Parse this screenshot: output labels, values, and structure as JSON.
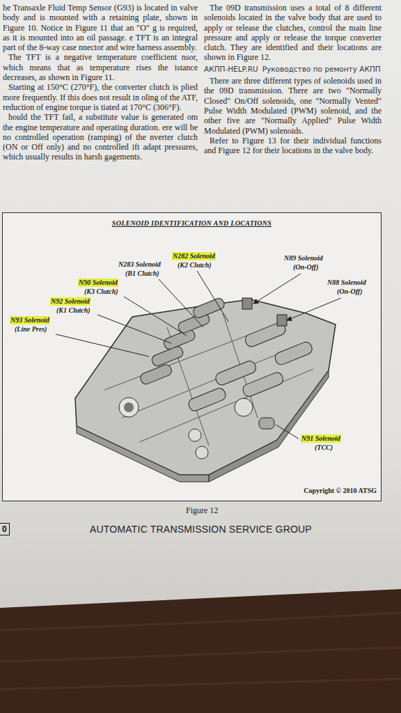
{
  "diagram": {
    "caption": "Figure 12",
    "nodes": [
      {
        "text": [
          "SOLENOID IDENTIFICATION AND LOCATIONS",
          "Copyright © 2010 ATSG"
        ]
      }
    ],
    "labels": [
      "he Transaxle Fluid Temp Sensor (G93) is located in valve body and is mounted with a retaining plate, shown in Figure 10. Notice in Figure 11 that an \"O\" g is required, as it is mounted into an oil passage. e TFT is an integral part of the 8-way case nnector and wire harness assembly.",
      "The TFT is a negative temperature coefficient nsor, which means that as temperature rises the istance decreases, as shown in Figure 11.",
      "Starting at 150°C (270°F), the converter clutch is plied more frequently. If this does not result in oling of the ATF, reduction of engine torque is tiated at 170°C (306°F).",
      "hould the TFT fail, a substitute value is generated om the engine temperature and operating duration. ere will be no controlled operation (ramping) of the nverter clutch (ON or Off only) and no controlled ift adapt pressures, which usually results in harsh gagements.",
      "The 09D transmission uses a total of 8 different solenoids located in the valve body that are used to apply or release the clutches, control the main line pressure and apply or release the torque converter clutch. They are identified and their locations are shown in Figure 12.",
      "There are three different types of solenoids used in the 09D transmission. There are two \"Normally Closed\" On/Off solenoids, one \"Normally Vented\" Pulse Width Modulated (PWM) solenoid, and the other five are \"Normally Applied\" Pulse Width Modulated (PWM) solenoids.",
      "Refer to Figure 13 for their individual functions and Figure 12 for their locations in the valve body.",
      "АКПП-HELP.RU",
      "Руководство по ремонту АКПП",
      "N282 Solenoid",
      "(K2 Clutch)",
      "N283 Solenoid",
      "(B1 Clutch)",
      "N90 Solenoid",
      "(K3 Clutch)",
      "N92 Solenoid",
      "(K1 Clutch)",
      "N93 Solenoid",
      "(Line Pres)",
      "N89 Solenoid",
      "(On-Off)",
      "N88 Solenoid",
      "(On-Off)",
      "N91 Solenoid",
      "(TCC)",
      "AUTOMATIC TRANSMISSION SERVICE GROUP",
      "0"
    ]
  }
}
